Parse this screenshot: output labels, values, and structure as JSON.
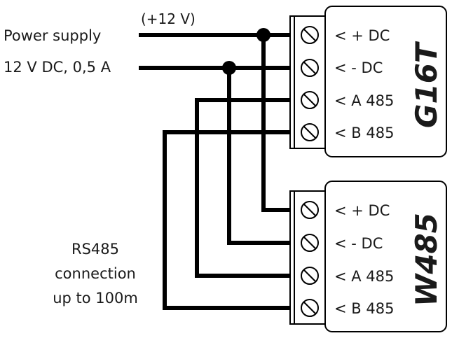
{
  "power_supply": {
    "line1": "Power supply",
    "line2": "12 V DC, 0,5 A",
    "voltage_tag": "(+12 V)"
  },
  "rs485_note": {
    "line1": "RS485",
    "line2": "connection",
    "line3": "up to 100m"
  },
  "modules": [
    {
      "name": "G16T",
      "terminals": [
        "< + DC",
        "< - DC",
        "< A 485",
        "< B 485"
      ]
    },
    {
      "name": "W485",
      "terminals": [
        "< + DC",
        "< - DC",
        "< A 485",
        "< B 485"
      ]
    }
  ],
  "wires": [
    {
      "signal": "+DC",
      "connects": [
        "power supply +12 V",
        "G16T + DC",
        "W485 + DC"
      ],
      "junction": true
    },
    {
      "signal": "-DC",
      "connects": [
        "power supply 0 V",
        "G16T - DC",
        "W485 - DC"
      ],
      "junction": true
    },
    {
      "signal": "A 485",
      "connects": [
        "G16T A 485",
        "W485 A 485"
      ],
      "junction": false
    },
    {
      "signal": "B 485",
      "connects": [
        "G16T B 485",
        "W485 B 485"
      ],
      "junction": false
    }
  ],
  "colors": {
    "line": "#000000",
    "text": "#1a1a1a",
    "background": "#ffffff"
  }
}
